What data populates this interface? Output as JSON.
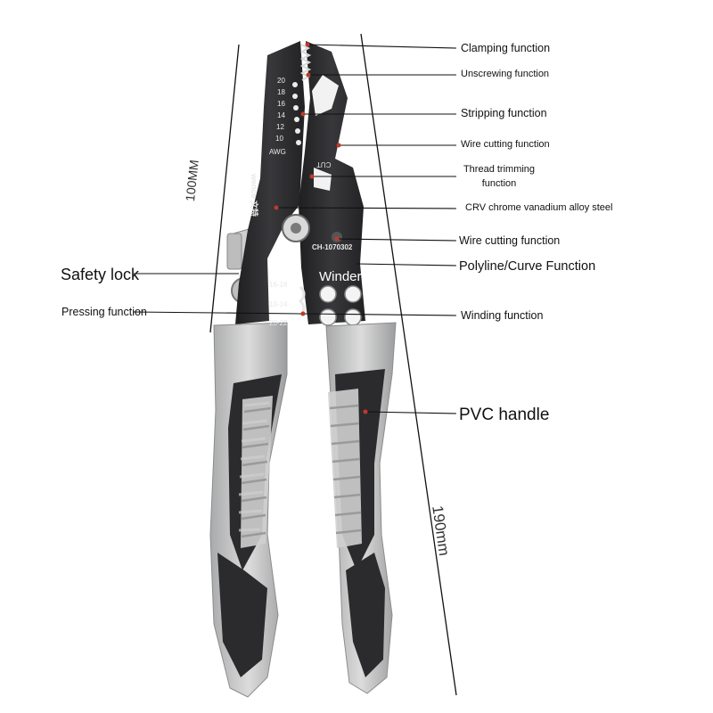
{
  "callouts": {
    "clamping": "Clamping function",
    "unscrewing": "Unscrewing function",
    "stripping": "Stripping function",
    "wire_cutting_small": "Wire cutting function",
    "thread_trimming": "Thread trimming function",
    "crv_steel": "CRV chrome vanadium alloy steel",
    "wire_cutting": "Wire cutting function",
    "polyline": "Polyline/Curve Function",
    "winding": "Winding function",
    "pvc_handle": "PVC handle",
    "safety_lock": "Safety lock",
    "pressing": "Pressing function"
  },
  "dimensions": {
    "head_length": "100MM",
    "total_length": "190mm"
  },
  "engraving": {
    "awg_sizes": [
      "20",
      "18",
      "16",
      "14",
      "12",
      "10"
    ],
    "awg_label": "AWG",
    "brand": "wence 文特",
    "cut_mark": "CUT",
    "model": "CH-1070302",
    "winder": "Winder",
    "crimp_sizes": [
      "16-18",
      "10-14",
      "20-22"
    ]
  },
  "colors": {
    "tool_dark": "#2b2b2d",
    "handle_grey": "#c9cacb",
    "leader_line": "#111111",
    "marker_red": "#c0392b"
  }
}
